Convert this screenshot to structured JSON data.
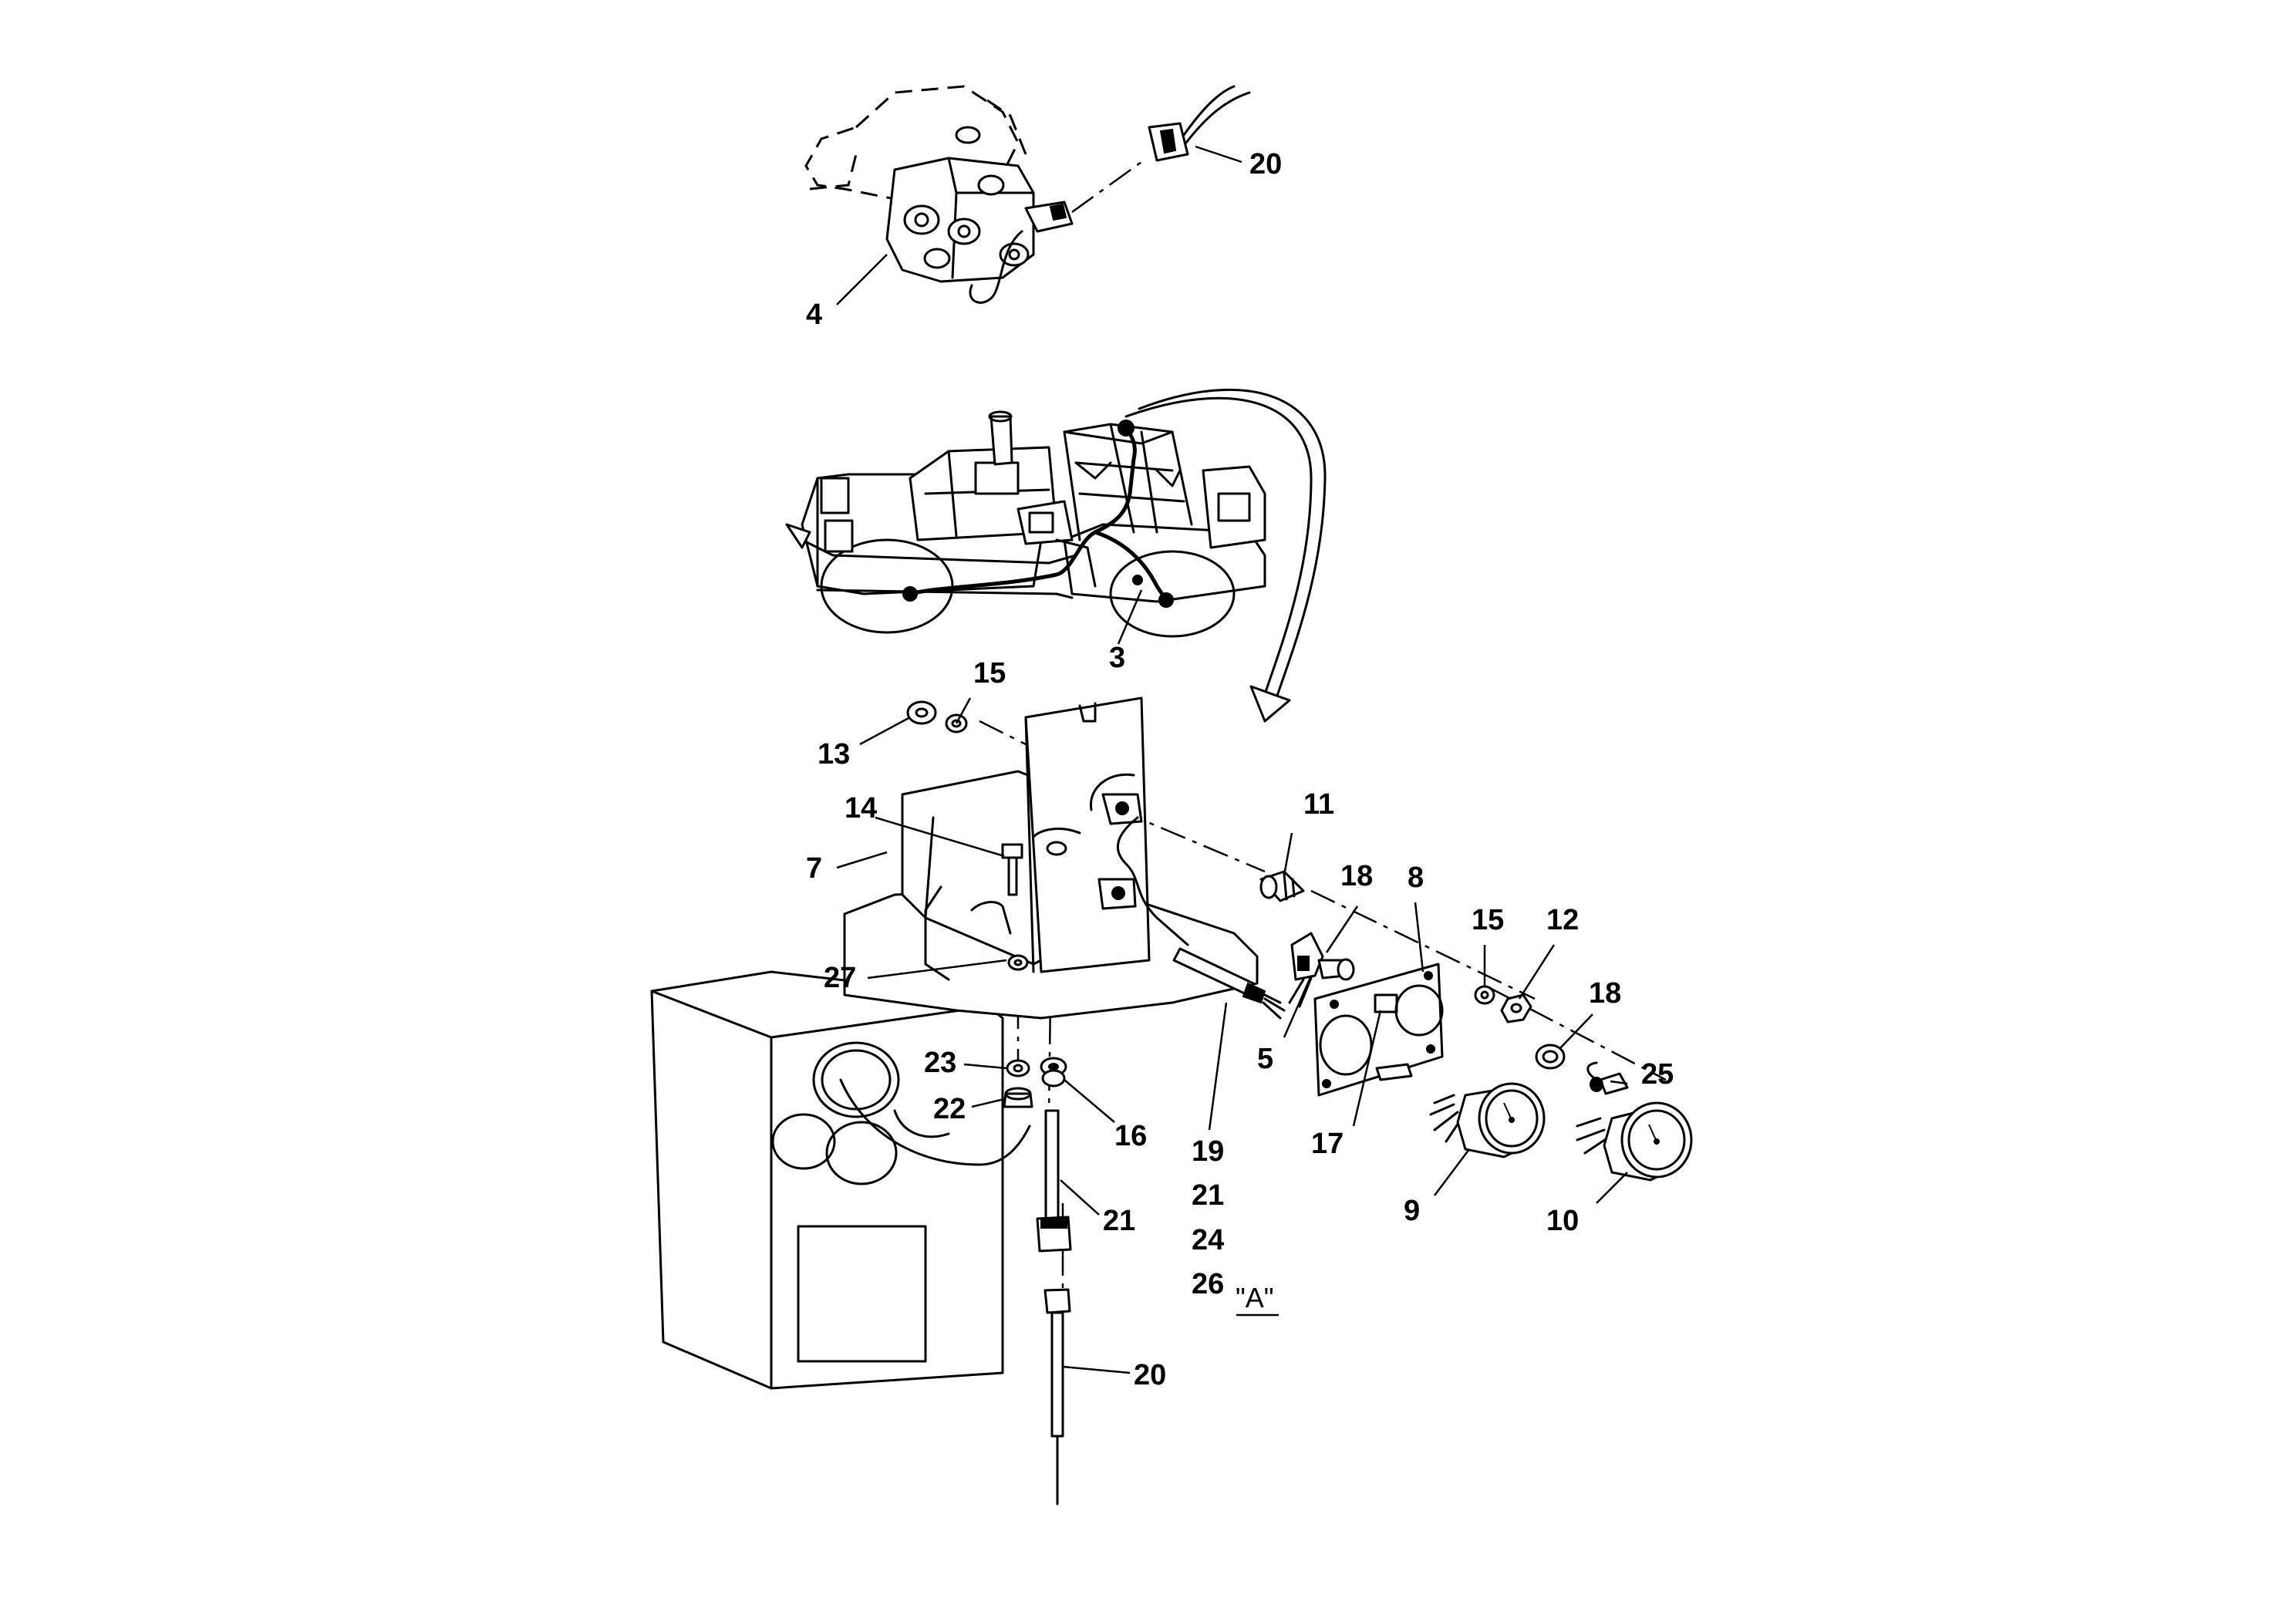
{
  "callouts": {
    "c20_top": "20",
    "c4": "4",
    "c3": "3",
    "c15_left": "15",
    "c13": "13",
    "c14": "14",
    "c7": "7",
    "c11": "11",
    "c18_top": "18",
    "c8": "8",
    "c15_right": "15",
    "c12": "12",
    "c18_right": "18",
    "c27": "27",
    "c23": "23",
    "c22": "22",
    "c16": "16",
    "c5": "5",
    "c17": "17",
    "c25": "25",
    "c9": "9",
    "c10": "10",
    "c21_bottom": "21",
    "c20_bottom": "20",
    "stack": [
      "19",
      "21",
      "24",
      "26"
    ]
  },
  "view_label": "\"A\""
}
